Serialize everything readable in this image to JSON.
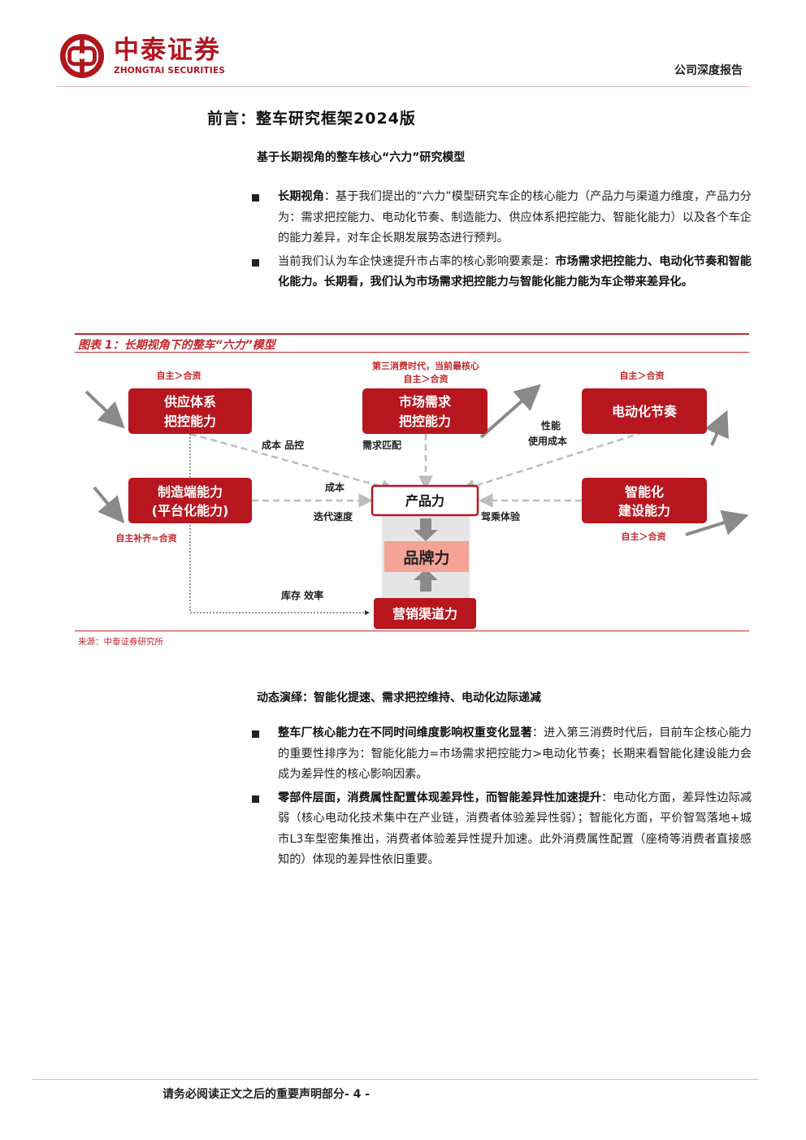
{
  "header": {
    "logo_cn": "中泰证券",
    "logo_en": "ZHONGTAI SECURITIES",
    "report_type": "公司深度报告"
  },
  "section_title": "前言：整车研究框架2024版",
  "subsection_1": "基于长期视角的整车核心“六力”研究模型",
  "bullets_1": [
    {
      "bold_lead": "长期视角",
      "text": "：基于我们提出的“六力”模型研究车企的核心能力（产品力与渠道力维度，产品力分为：需求把控能力、电动化节奏、制造能力、供应体系把控能力、智能化能力）以及各个车企的能力差异，对车企长期发展势态进行预判。",
      "bold_tail": ""
    },
    {
      "bold_lead": "",
      "text": "当前我们认为车企快速提升市占率的核心影响要素是：",
      "bold_tail": "市场需求把控能力、电动化节奏和智能化能力。长期看，我们认为市场需求把控能力与智能化能力能为车企带来差异化。"
    }
  ],
  "figure": {
    "caption": "图表 1：长期视角下的整车“六力”模型",
    "source": "来源：中泰证券研究所",
    "boxes": {
      "supply_l1": "供应体系",
      "supply_l2": "把控能力",
      "demand_l1": "市场需求",
      "demand_l2": "把控能力",
      "electric": "电动化节奏",
      "manuf_l1": "制造端能力",
      "manuf_l2": "(平台化能力)",
      "smart_l1": "智能化",
      "smart_l2": "建设能力",
      "product": "产品力",
      "brand": "品牌力",
      "channel": "营销渠道力"
    },
    "tags": {
      "supply": "自主＞合资",
      "demand_note": "第三消费时代，当前最核心",
      "demand": "自主＞合资",
      "electric": "自主＞合资",
      "manuf": "自主补齐≈合资",
      "smart": "自主＞合资"
    },
    "labels": {
      "cost_quality": "成本 品控",
      "demand_match": "需求匹配",
      "performance": "性能",
      "usage_cost": "使用成本",
      "cost": "成本",
      "iteration": "迭代速度",
      "driving_exp": "驾乘体验",
      "inventory": "库存 效率"
    },
    "colors": {
      "box_red": "#b8161f",
      "accent": "#c0272d",
      "brand_bg": "#f4a396",
      "column_bg": "#e5e5e5",
      "arrow_gray": "#8a8a8a"
    }
  },
  "subsection_2": "动态演绎：智能化提速、需求把控维持、电动化边际递减",
  "bullets_2": [
    {
      "bold_lead": "整车厂核心能力在不同时间维度影响权重变化显著",
      "text": "：进入第三消费时代后，目前车企核心能力的重要性排序为：智能化能力=市场需求把控能力>电动化节奏；长期来看智能化建设能力会成为差异性的核心影响因素。",
      "bold_tail": ""
    },
    {
      "bold_lead": "零部件层面，消费属性配置体现差异性，而智能差异性加速提升",
      "text": "：电动化方面，差异性边际减弱（核心电动化技术集中在产业链，消费者体验差异性弱）；智能化方面，平价智驾落地+城市L3车型密集推出，消费者体验差异性提升加速。此外消费属性配置（座椅等消费者直接感知的）体现的差异性依旧重要。",
      "bold_tail": ""
    }
  ],
  "footer": "请务必阅读正文之后的重要声明部分- 4 -"
}
